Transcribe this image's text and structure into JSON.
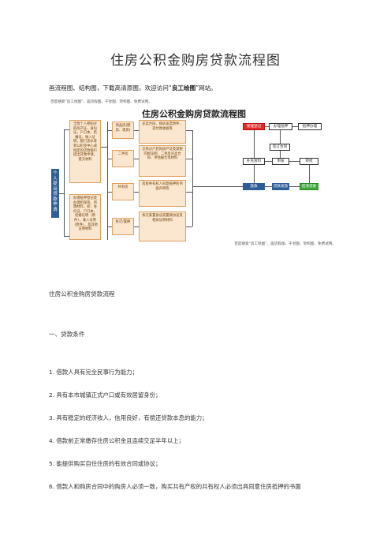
{
  "title": "住房公积金购房贷款流程图",
  "intro": {
    "prefix": "画流程图、结构图，下载高清原图，欢迎访问“",
    "site": "良工绘图",
    "suffix": "”网站。"
  },
  "figure": {
    "top_hint": "百度搜索“良工绘图”，画流程图、干甘图、架构图、免费试用。",
    "title": "住房公积金购房贷款流程图",
    "left_label": "个人提出贷款申请",
    "top_left_box": "全款个人把购买的房产证，身份证，户口本，结婚证，收入证明，银行流水等到公积金中心或指定的贷款银行提出贷款申请，提交材料",
    "bottom_left_box": "办理抵押登记及办理担保等，所需材料，如：身份证，户口本，结婚证明（原件），收入证明（原件），及其他证明材料",
    "mid_labels": [
      "商品房(期房、现房)",
      "二手房",
      "共有房",
      "拆迁/置换"
    ],
    "mid_boxes": [
      "买卖合同、购房发票原件、首付款收据等",
      "交易过户后的房产证及契税完税证明、二手房买卖合同、评估报告等材料",
      "房屋共有权人同意抵押的书面声明等",
      "拆迁安置协议或置换协议及相关证明材料"
    ],
    "right_boxes": {
      "r1": "受理登记",
      "r2": "办理抵押",
      "r3": "抵押办理",
      "r4": "补充资料",
      "r5": "审核",
      "r6": "审批",
      "r7": "放款",
      "r8": "贷款发放",
      "r9": "签订合同",
      "r10": "结清贷款"
    },
    "bottom_hint": "百度搜索“良工绘图”，画流程图、干甘图、架构图、免费试用。"
  },
  "subtitle": "住房公积金购房贷款流程",
  "section_heading": "一、贷款条件",
  "items": [
    "1. 借款人具有完全民事行为能力；",
    "2. 具有本市城镇正式户口或有效居留身份；",
    "3. 具有稳定的经济收入，信用良好，有偿还贷款本息的能力；",
    "4. 借款前正常缴存住房公积金且连续交足半年以上；",
    "5. 能提供购买自住住房的有效合同或协议；",
    "6. 借款人和购房合同中的购房人必须一致，购买共有产权的共有权人必须出具同意住房抵押的书面"
  ]
}
